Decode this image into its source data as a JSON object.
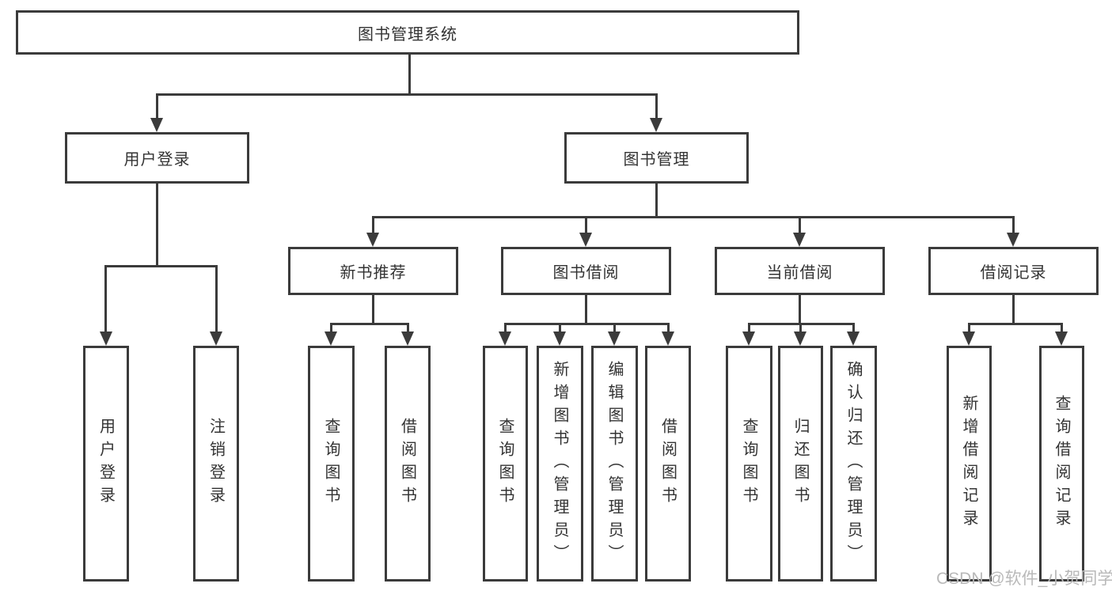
{
  "diagram": {
    "title": "图书管理系统",
    "type": "functional-structure-tree",
    "colors": {
      "line": "#3b3b3b",
      "text": "#333333",
      "background": "#ffffff",
      "watermark": "#b9b9b9"
    },
    "watermark": "CSDN @软件_小贺同学",
    "nodes": {
      "root": {
        "label": "图书管理系统"
      },
      "user_login": {
        "label": "用户登录"
      },
      "book_mgmt": {
        "label": "图书管理"
      },
      "login": {
        "label": "用户登录"
      },
      "logout": {
        "label": "注销登录"
      },
      "new_books": {
        "label": "新书推荐"
      },
      "book_borrow": {
        "label": "图书借阅"
      },
      "current_borrow": {
        "label": "当前借阅"
      },
      "borrow_records": {
        "label": "借阅记录"
      },
      "nb_query": {
        "label": "查询图书"
      },
      "nb_borrow": {
        "label": "借阅图书"
      },
      "bb_query": {
        "label": "查询图书"
      },
      "bb_add": {
        "label": "新增图书（管理员）"
      },
      "bb_edit": {
        "label": "编辑图书（管理员）"
      },
      "bb_borrow": {
        "label": "借阅图书"
      },
      "cb_query": {
        "label": "查询图书"
      },
      "cb_return": {
        "label": "归还图书"
      },
      "cb_confirm": {
        "label": "确认归还（管理员）"
      },
      "br_add": {
        "label": "新增借阅记录"
      },
      "br_query": {
        "label": "查询借阅记录"
      }
    },
    "hierarchy": {
      "图书管理系统": [
        "用户登录",
        "图书管理"
      ],
      "用户登录": [
        "用户登录",
        "注销登录"
      ],
      "图书管理": [
        "新书推荐",
        "图书借阅",
        "当前借阅",
        "借阅记录"
      ],
      "新书推荐": [
        "查询图书",
        "借阅图书"
      ],
      "图书借阅": [
        "查询图书",
        "新增图书（管理员）",
        "编辑图书（管理员）",
        "借阅图书"
      ],
      "当前借阅": [
        "查询图书",
        "归还图书",
        "确认归还（管理员）"
      ],
      "借阅记录": [
        "新增借阅记录",
        "查询借阅记录"
      ]
    }
  }
}
